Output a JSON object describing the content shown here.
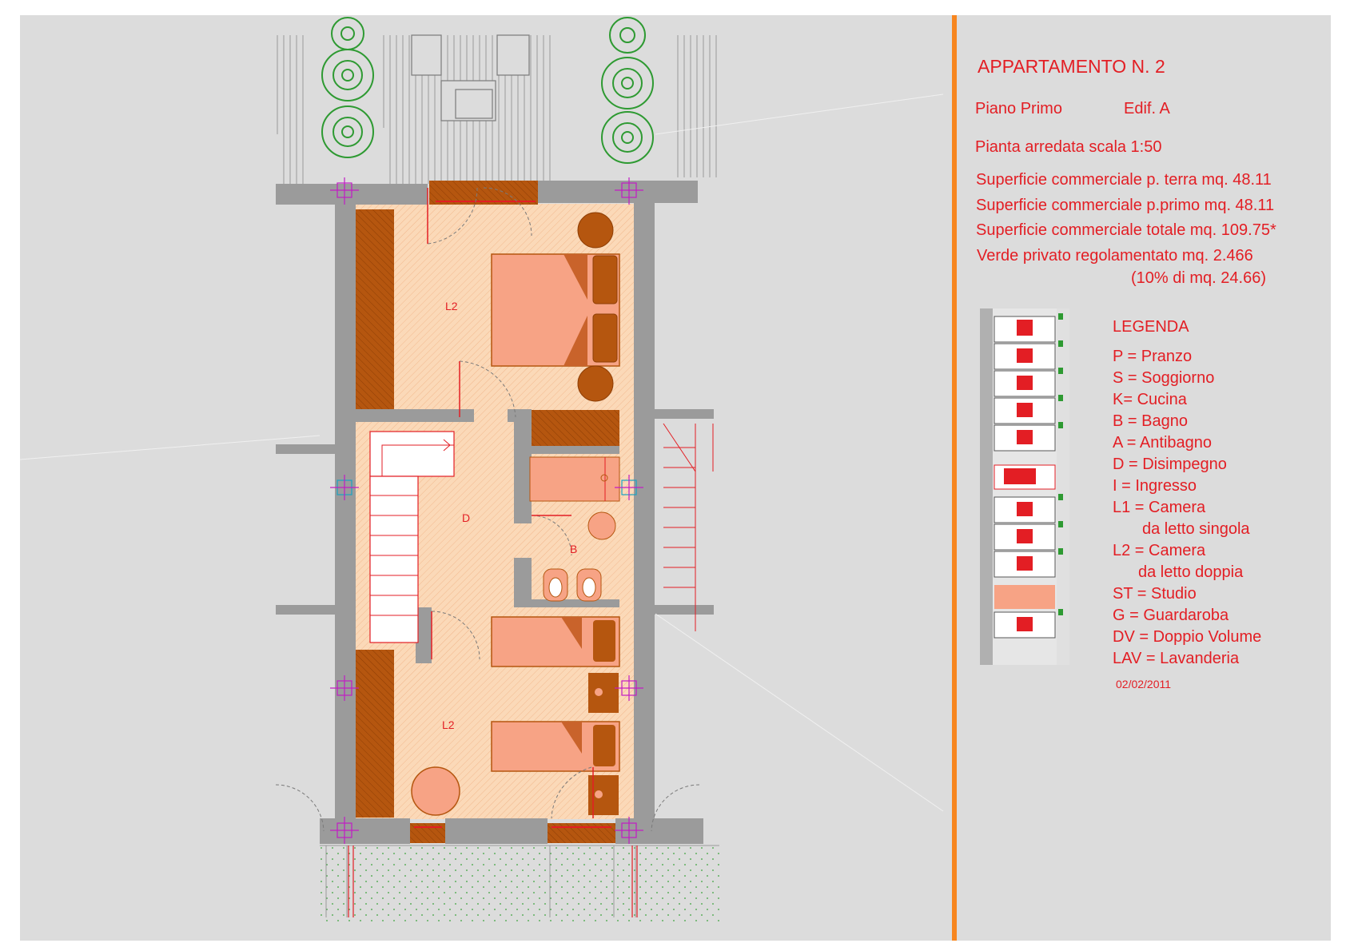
{
  "header": {
    "title": "APPARTAMENTO N. 2",
    "floor": "Piano Primo",
    "building": "Edif. A",
    "scale_note": "Pianta arredata scala 1:50",
    "surfaces": [
      "Superficie commerciale p. terra mq. 48.11",
      "Superficie commerciale p.primo mq. 48.11",
      "Superficie commerciale totale mq. 109.75*",
      "Verde privato regolamentato mq. 2.466",
      "(10% di mq. 24.66)"
    ]
  },
  "legend": {
    "title": "LEGENDA",
    "items": [
      "P = Pranzo",
      "S = Soggiorno",
      "K= Cucina",
      "B = Bagno",
      "A = Antibagno",
      "D = Disimpegno",
      "I = Ingresso",
      "L1 = Camera",
      "da letto singola",
      "L2 = Camera",
      "da letto doppia",
      "ST = Studio",
      "G = Guardaroba",
      "DV = Doppio Volume",
      "LAV = Lavanderia"
    ]
  },
  "date": "02/02/2011",
  "plan": {
    "room_labels": [
      "L2",
      "D",
      "B",
      "L2"
    ]
  },
  "colors": {
    "accent_text": "#e31e24",
    "divider": "#f7861f",
    "sheet_background": "#dcdcdc",
    "floor_fill": "#fbd9b8",
    "furniture_fill": "#f7a385",
    "wardrobe_fill": "#b5560f",
    "wall_fill": "#9b9b9b"
  }
}
